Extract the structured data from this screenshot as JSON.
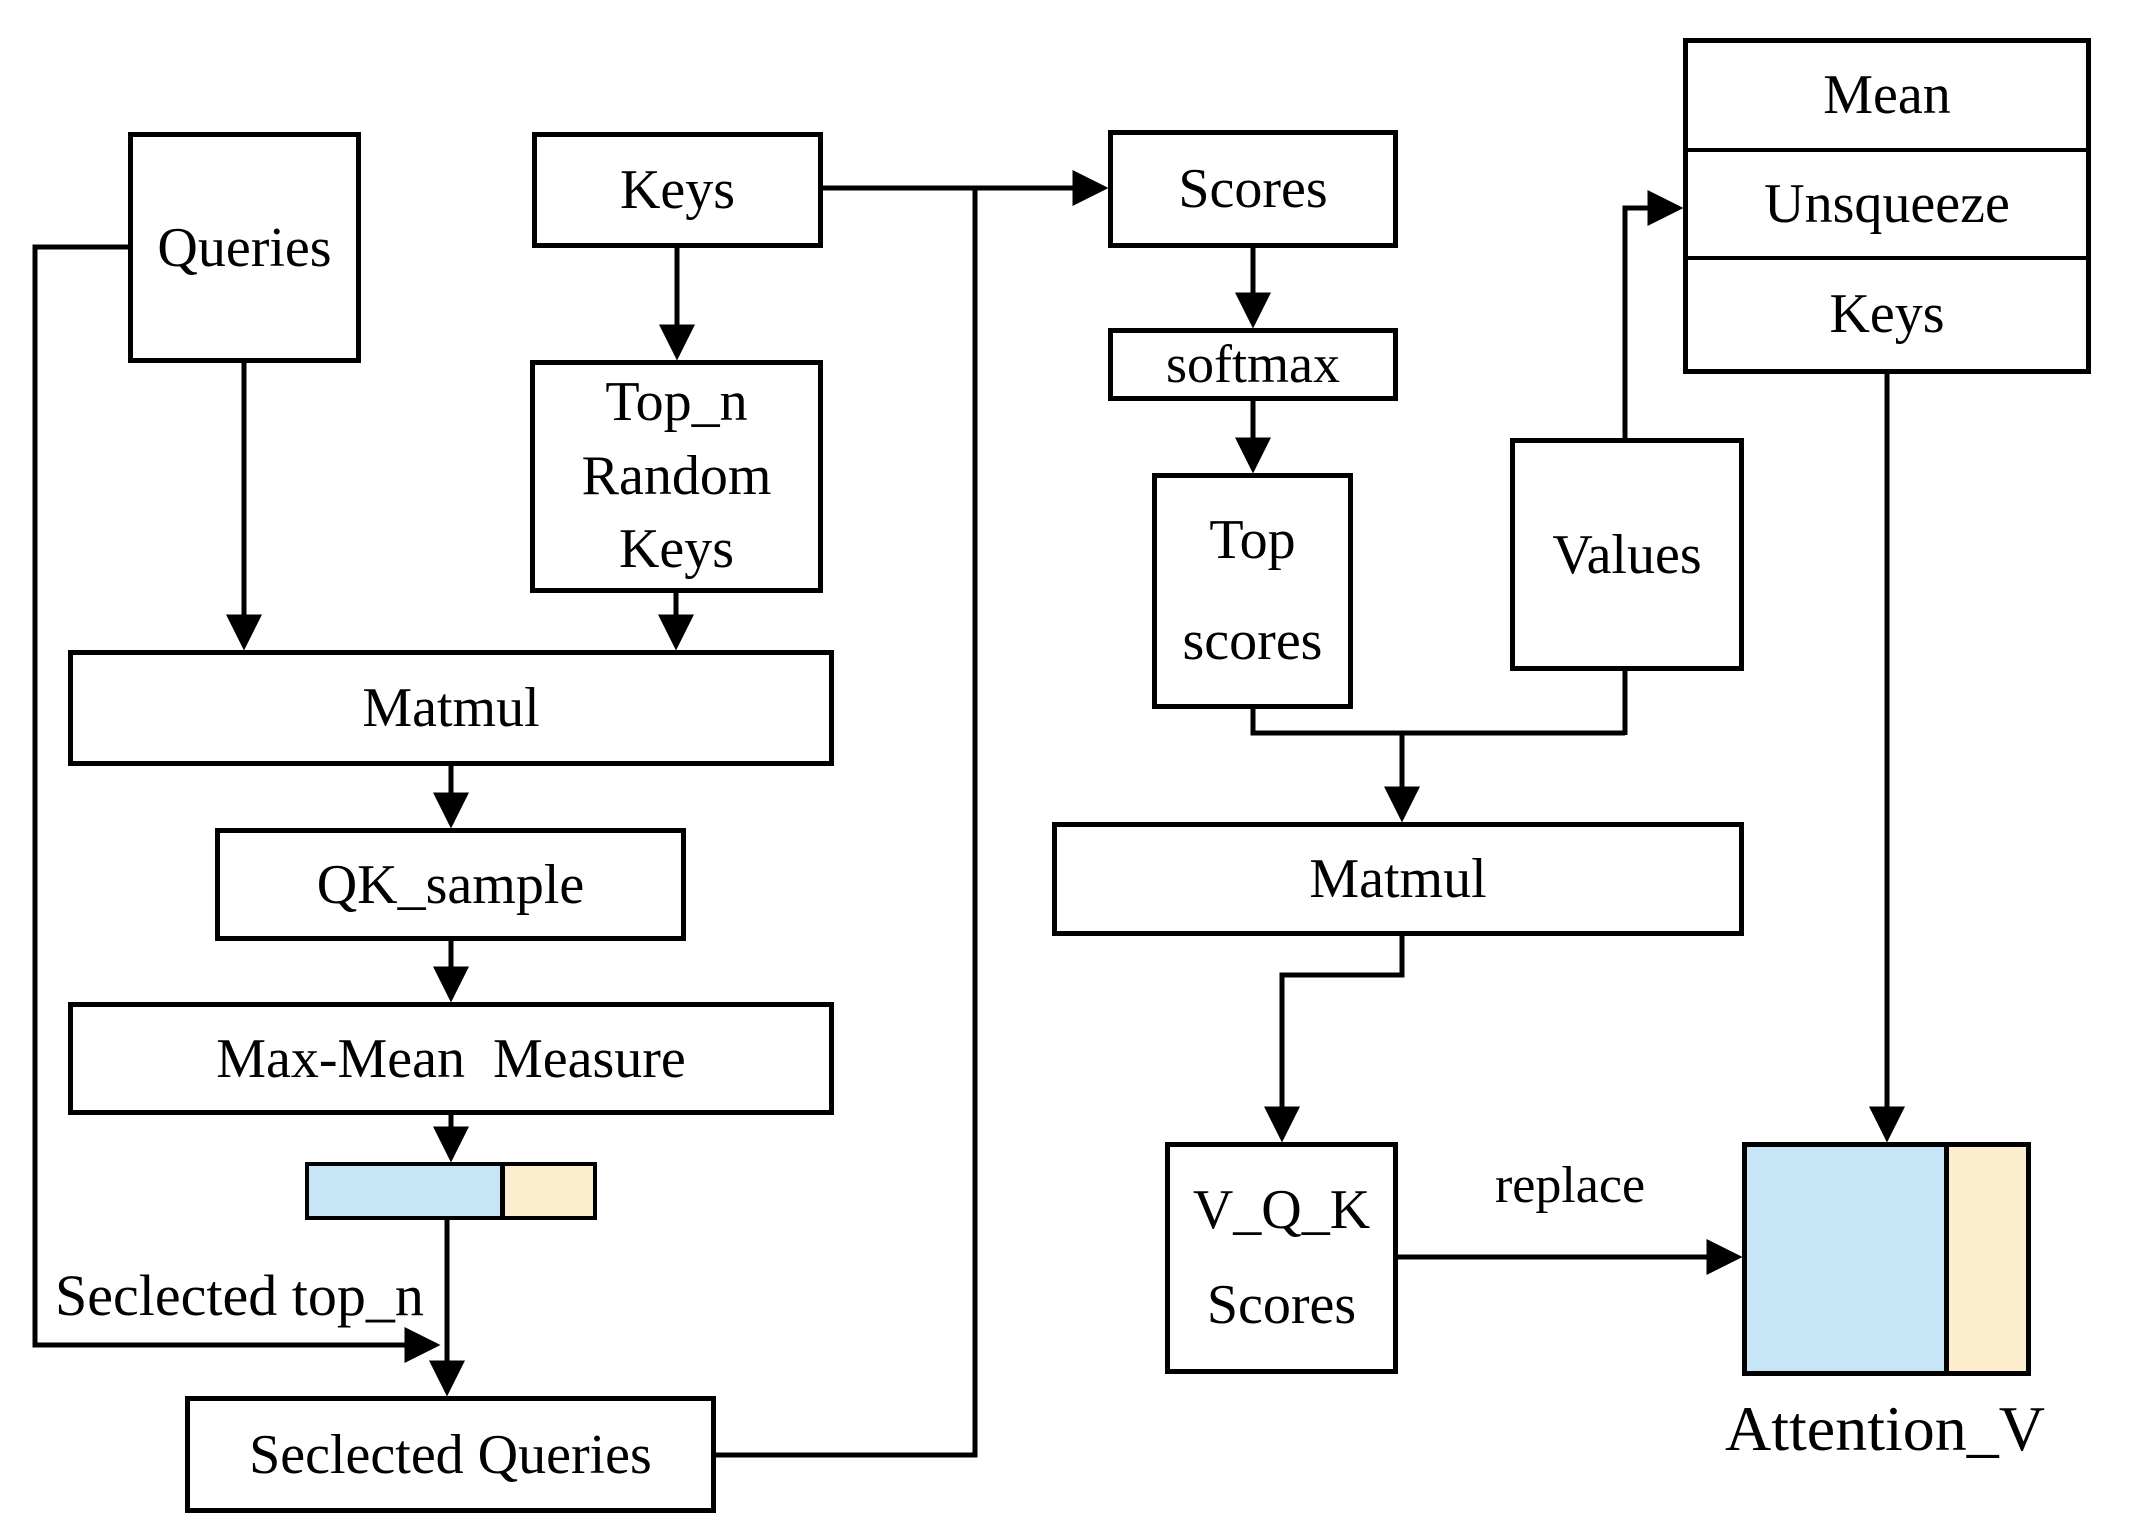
{
  "colors": {
    "selected_fill": "#C6E6F5",
    "unselected_fill": "#FBEDCE",
    "line": "#000000",
    "node_bg": "#FFFFFF"
  },
  "nodes": {
    "queries": {
      "label": "Queries"
    },
    "keys": {
      "label": "Keys"
    },
    "top_n_random_keys": {
      "lines": [
        "Top_n",
        "Random",
        "Keys"
      ]
    },
    "matmul_left": {
      "label": "Matmul"
    },
    "qk_sample": {
      "label": "QK_sample"
    },
    "max_mean_measure": {
      "label": "Max-Mean  Measure"
    },
    "selected_queries": {
      "label": "Seclected Queries"
    },
    "scores": {
      "label": "Scores"
    },
    "softmax": {
      "label": "softmax"
    },
    "top_scores": {
      "lines": [
        "Top",
        "scores"
      ]
    },
    "values": {
      "label": "Values"
    },
    "mean_unsqueeze_keys": {
      "rows": [
        "Mean",
        "Unsqueeze",
        "Keys"
      ]
    },
    "matmul_right": {
      "label": "Matmul"
    },
    "vqk_scores": {
      "lines": [
        "V_Q_K",
        "Scores"
      ]
    },
    "attention_v": {
      "caption": "Attention_V"
    }
  },
  "annotations": {
    "selected_top_n": "Seclected top_n",
    "replace": "replace"
  }
}
